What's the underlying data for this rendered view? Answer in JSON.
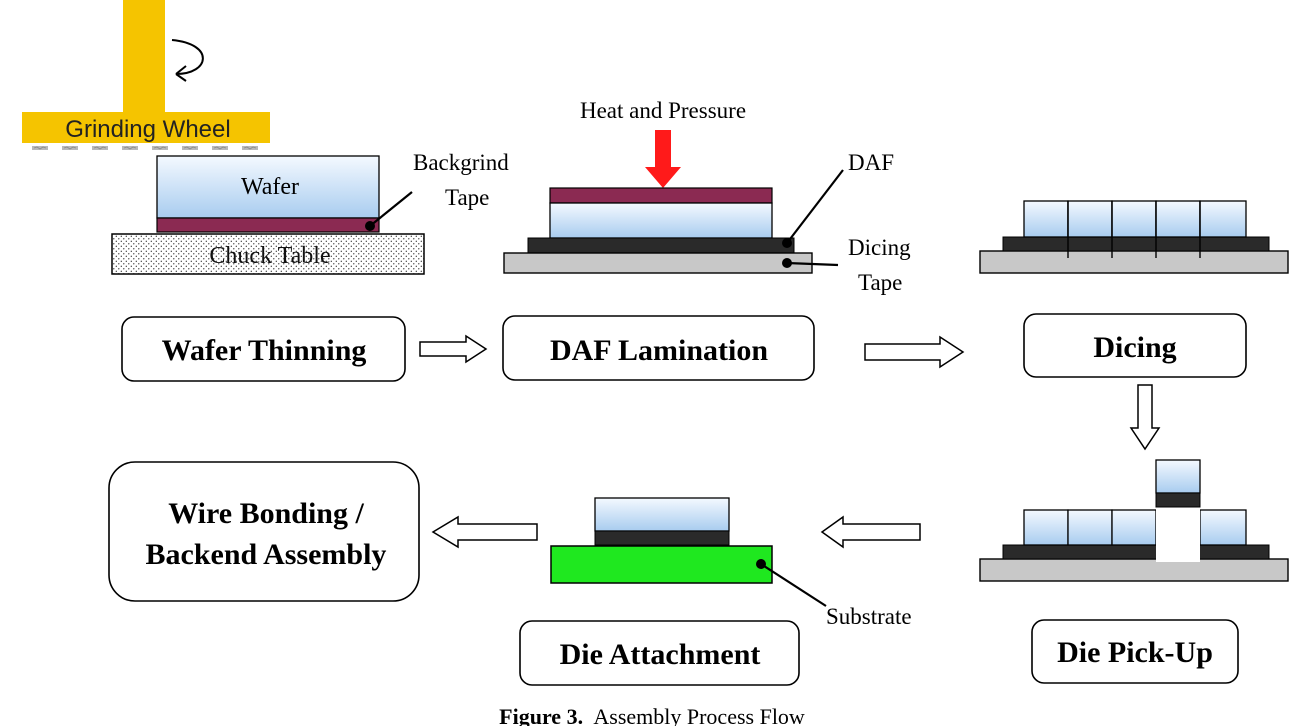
{
  "steps": {
    "wafer_thinning": "Wafer Thinning",
    "daf_lamination": "DAF Lamination",
    "dicing": "Dicing",
    "die_pick_up": "Die Pick-Up",
    "die_attachment": "Die Attachment",
    "wire_bonding_line1": "Wire Bonding /",
    "wire_bonding_line2": "Backend Assembly"
  },
  "labels": {
    "grinding_wheel": "Grinding Wheel",
    "wafer": "Wafer",
    "chuck_table": "Chuck Table",
    "backgrind_tape_line1": "Backgrind",
    "backgrind_tape_line2": "Tape",
    "heat_and_pressure": "Heat and Pressure",
    "daf": "DAF",
    "dicing_tape_line1": "Dicing",
    "dicing_tape_line2": "Tape",
    "substrate": "Substrate"
  },
  "caption": {
    "figure_number": "Figure 3.",
    "text": "Assembly Process Flow"
  },
  "colors": {
    "grinding_wheel": "#f5c400",
    "backgrind_tape": "#8b2a52",
    "heat_arrow": "#ff1a1a",
    "daf": "#2a2a2a",
    "dicing_tape": "#c8c8c8",
    "substrate": "#1fe81f",
    "wafer_light": "#f2f8ff",
    "wafer_blue": "#a9cdf0"
  },
  "icons": {
    "rotation": "rotation-arrow-icon",
    "flow_arrow": "hollow-arrow-icon",
    "heat_arrow": "down-arrow-icon"
  }
}
